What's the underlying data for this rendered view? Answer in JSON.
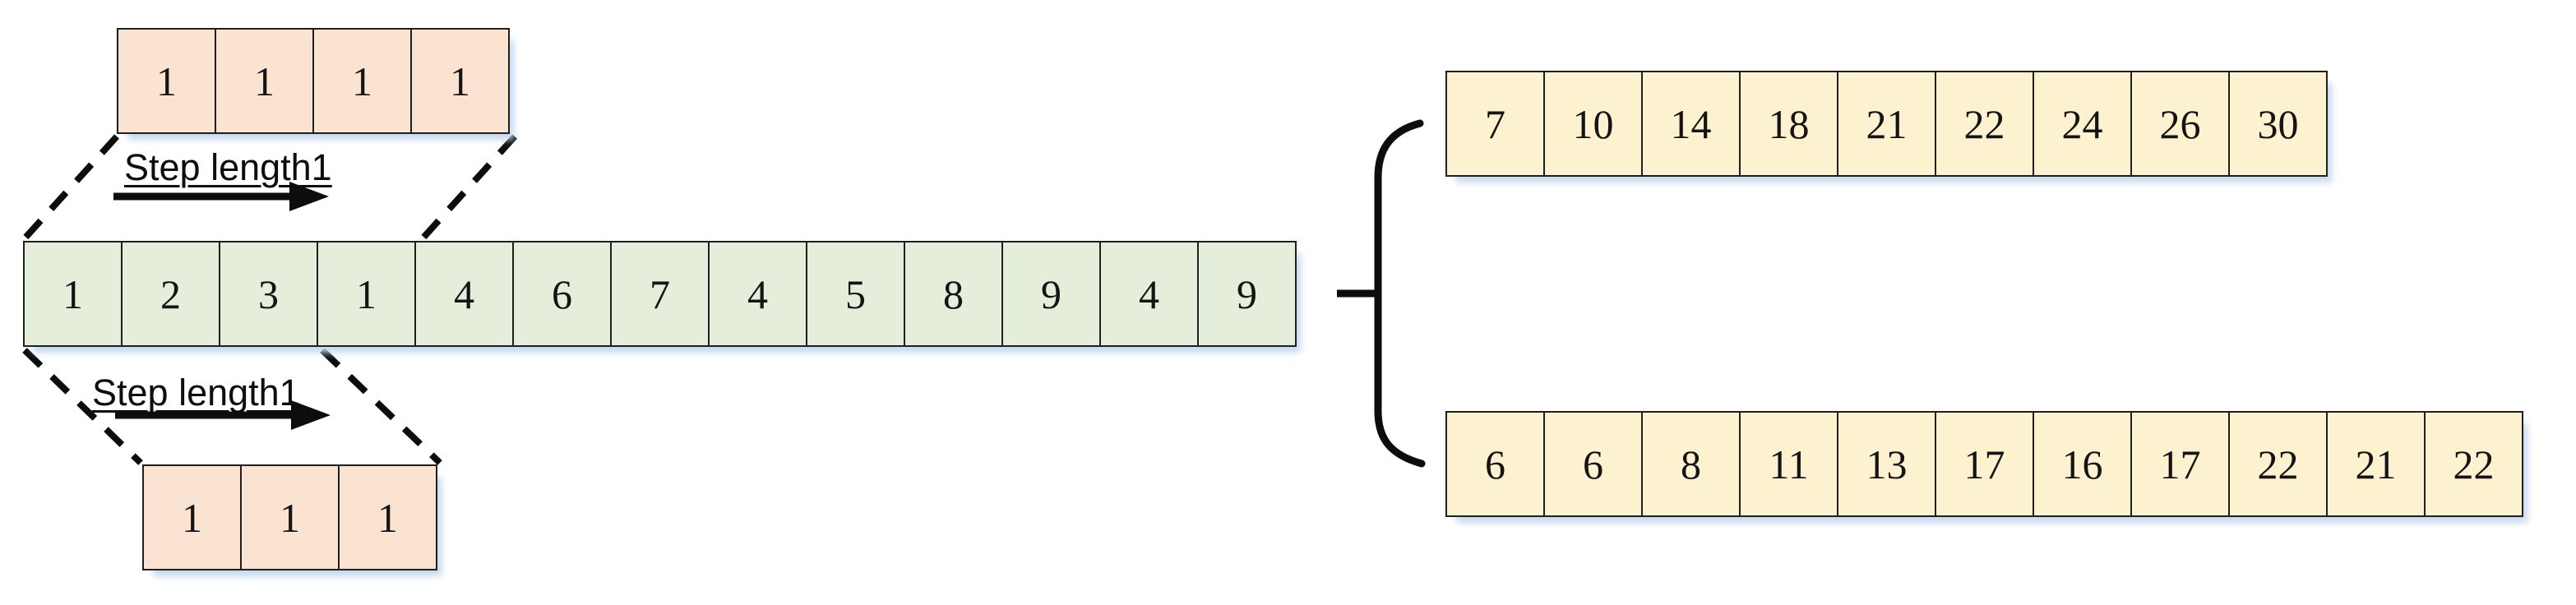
{
  "diagram": {
    "kernel_top": {
      "values": [
        1,
        1,
        1,
        1
      ]
    },
    "kernel_bottom": {
      "values": [
        1,
        1,
        1
      ]
    },
    "input_array": {
      "values": [
        1,
        2,
        3,
        1,
        4,
        6,
        7,
        4,
        5,
        8,
        9,
        4,
        9
      ]
    },
    "output_top": {
      "values": [
        7,
        10,
        14,
        18,
        21,
        22,
        24,
        26,
        30
      ]
    },
    "output_bottom": {
      "values": [
        6,
        6,
        8,
        11,
        13,
        17,
        16,
        17,
        22,
        21,
        22
      ]
    },
    "labels": {
      "step_top": "Step length1",
      "step_bottom": "Step length1"
    }
  },
  "colors": {
    "cell_pink": "#fbe3d2",
    "cell_green": "#e4eeda",
    "cell_yellow": "#fdf2d0",
    "cell_border": "#1f1f1f",
    "line_black": "#0d0d0d",
    "shadow_blue": "#c7d9f0",
    "text_black": "#141414"
  }
}
